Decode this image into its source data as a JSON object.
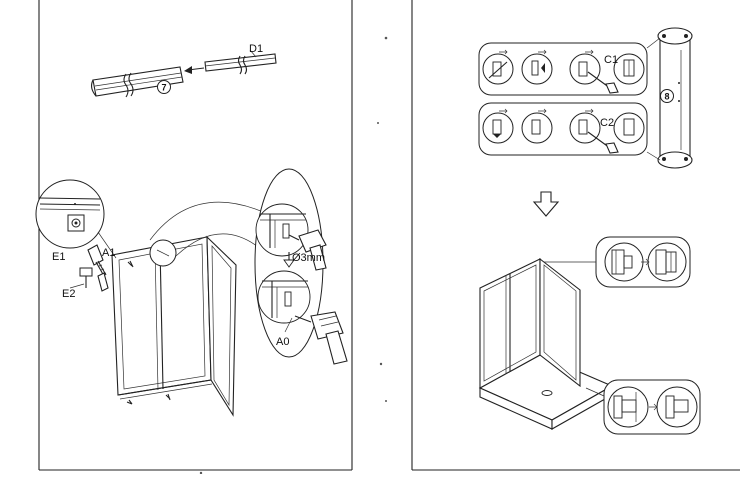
{
  "left_page": {
    "step1": {
      "label_d1": "D1",
      "step_number": "7"
    },
    "step2": {
      "label_e1": "E1",
      "label_a1": "A1",
      "label_e2": "E2",
      "label_drill": "Ø3mm",
      "label_a0": "A0"
    }
  },
  "right_page": {
    "top": {
      "label_c1": "C1",
      "label_c2": "C2",
      "step_number": "8"
    }
  }
}
